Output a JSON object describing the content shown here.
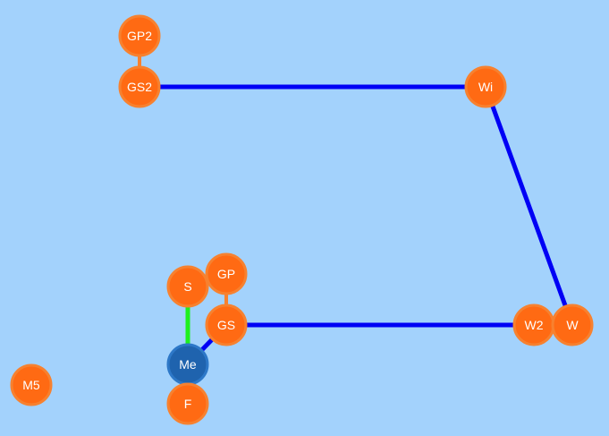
{
  "colors": {
    "background": "#a3d2fc",
    "node_fill": "#ff6a13",
    "node_stroke": "#f7812f",
    "me_fill": "#1f63ae",
    "me_stroke": "#2d78c8",
    "edge_blue": "#0000f5",
    "edge_green": "#1ef01e",
    "edge_orange": "#f7812f"
  },
  "nodes": [
    {
      "id": "GP2",
      "label": "GP2",
      "kind": "person"
    },
    {
      "id": "GS2",
      "label": "GS2",
      "kind": "person"
    },
    {
      "id": "Wi",
      "label": "Wi",
      "kind": "person"
    },
    {
      "id": "S",
      "label": "S",
      "kind": "person"
    },
    {
      "id": "GP",
      "label": "GP",
      "kind": "person"
    },
    {
      "id": "GS",
      "label": "GS",
      "kind": "person"
    },
    {
      "id": "W2",
      "label": "W2",
      "kind": "person"
    },
    {
      "id": "W",
      "label": "W",
      "kind": "person"
    },
    {
      "id": "Me",
      "label": "Me",
      "kind": "self"
    },
    {
      "id": "F",
      "label": "F",
      "kind": "person"
    },
    {
      "id": "M5",
      "label": "M5",
      "kind": "person"
    }
  ],
  "edges": [
    {
      "from": "GP2",
      "to": "GS2",
      "color": "orange"
    },
    {
      "from": "GS2",
      "to": "Wi",
      "color": "blue"
    },
    {
      "from": "Wi",
      "to": "W",
      "color": "blue"
    },
    {
      "from": "W2",
      "to": "W",
      "color": "orange"
    },
    {
      "from": "GS",
      "to": "W2",
      "color": "blue"
    },
    {
      "from": "GP",
      "to": "GS",
      "color": "orange"
    },
    {
      "from": "S",
      "to": "Me",
      "color": "green"
    },
    {
      "from": "Me",
      "to": "GS",
      "color": "blue"
    },
    {
      "from": "Me",
      "to": "F",
      "color": "orange"
    }
  ]
}
